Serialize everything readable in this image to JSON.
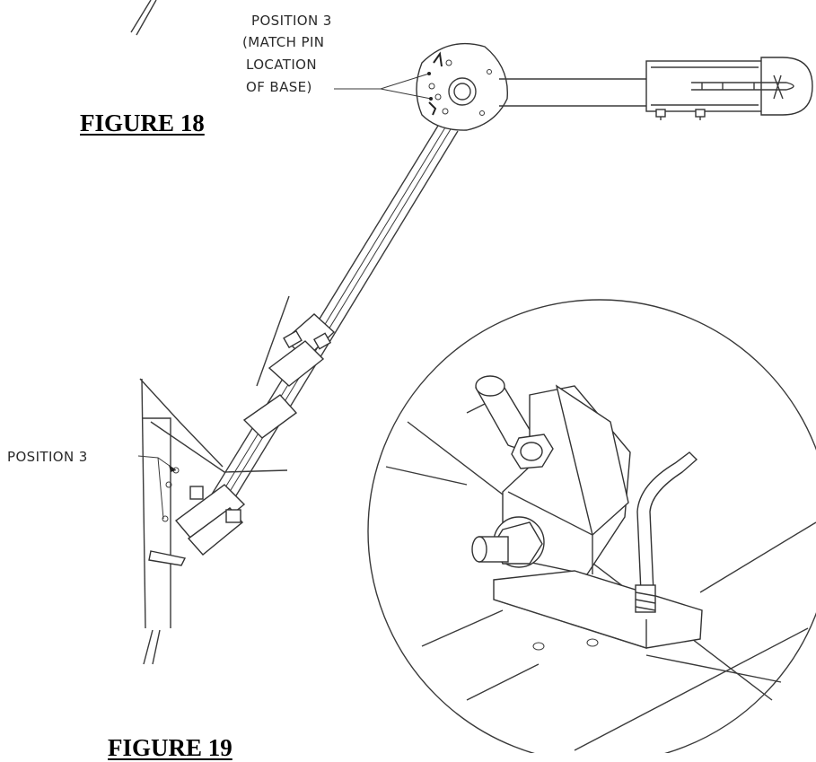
{
  "figures": [
    {
      "id": "fig18",
      "title": "FIGURE 18"
    },
    {
      "id": "fig19",
      "title": "FIGURE 19"
    }
  ],
  "callouts": {
    "top": {
      "lines": [
        "POSITION 3",
        "(MATCH PIN",
        "LOCATION",
        "OF BASE)"
      ]
    },
    "bottom": {
      "label": "POSITION 3"
    }
  },
  "colors": {
    "line": "#3a3a3a",
    "text": "#2a2a2a",
    "background": "#ffffff"
  }
}
